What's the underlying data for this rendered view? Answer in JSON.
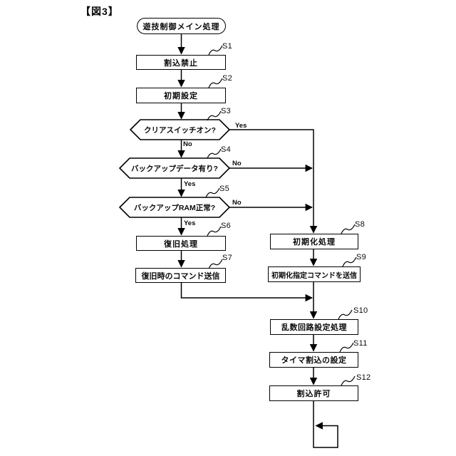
{
  "figure_label": "【図3】",
  "palette": {
    "line_color": "#000000",
    "node_fill": "#ffffff",
    "background": "#ffffff"
  },
  "flowchart": {
    "start_node": {
      "label": "遊技制御メイン処理",
      "type": "terminal"
    },
    "nodes": {
      "s1": {
        "id": "S1",
        "label": "割込禁止",
        "type": "process"
      },
      "s2": {
        "id": "S2",
        "label": "初期設定",
        "type": "process"
      },
      "s3": {
        "id": "S3",
        "label": "クリアスイッチオン?",
        "type": "decision"
      },
      "s4": {
        "id": "S4",
        "label": "バックアップデータ有り?",
        "type": "decision"
      },
      "s5": {
        "id": "S5",
        "label": "バックアップRAM正常?",
        "type": "decision"
      },
      "s6": {
        "id": "S6",
        "label": "復旧処理",
        "type": "process"
      },
      "s7": {
        "id": "S7",
        "label": "復旧時のコマンド送信",
        "type": "process"
      },
      "s8": {
        "id": "S8",
        "label": "初期化処理",
        "type": "process"
      },
      "s9": {
        "id": "S9",
        "label": "初期化指定コマンドを送信",
        "type": "process"
      },
      "s10": {
        "id": "S10",
        "label": "乱数回路設定処理",
        "type": "process"
      },
      "s11": {
        "id": "S11",
        "label": "タイマ割込の設定",
        "type": "process"
      },
      "s12": {
        "id": "S12",
        "label": "割込許可",
        "type": "process"
      }
    },
    "branch_labels": {
      "s3_yes": "Yes",
      "s3_no": "No",
      "s4_yes": "Yes",
      "s4_no": "No",
      "s5_yes": "Yes",
      "s5_no": "No"
    }
  }
}
